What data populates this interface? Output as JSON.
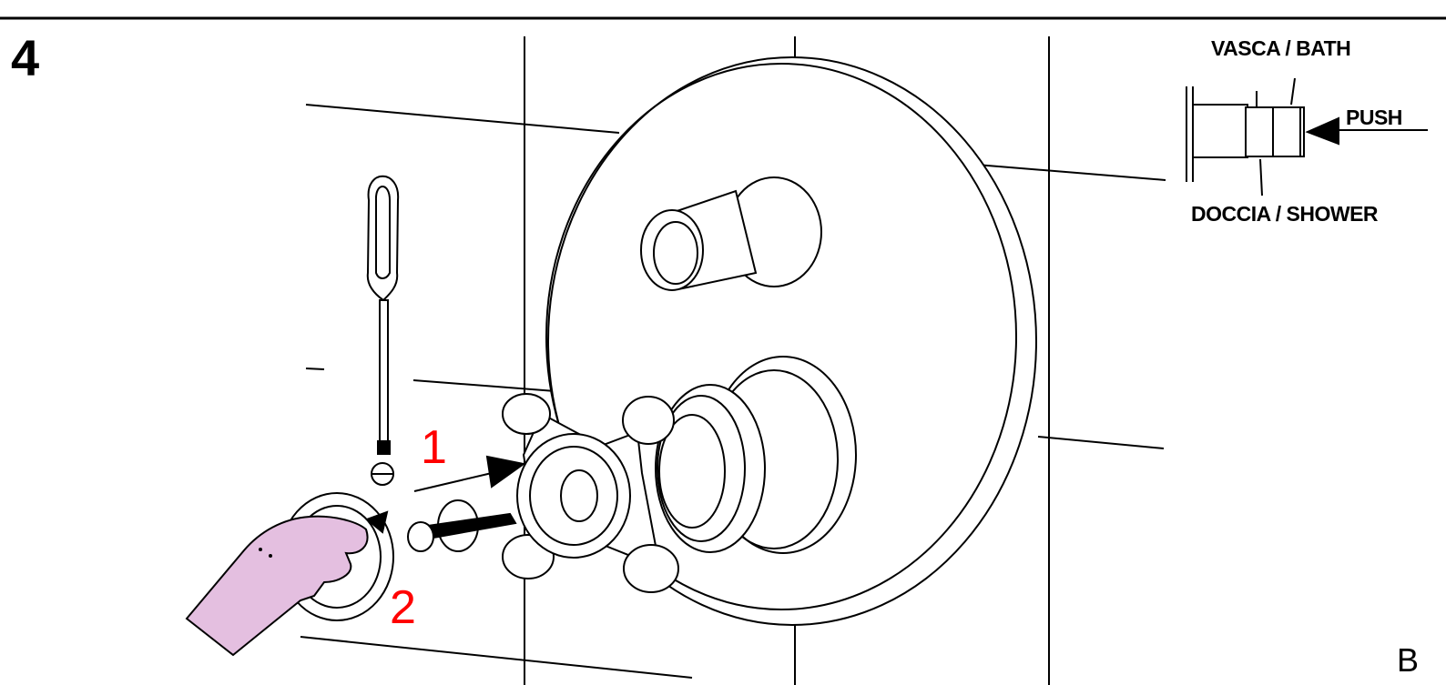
{
  "step_number": "4",
  "inset": {
    "label_bath": "VASCA / BATH",
    "label_push": "PUSH",
    "label_shower": "DOCCIA / SHOWER"
  },
  "callouts": {
    "step1": "1",
    "step2": "2"
  },
  "corner_label": "B",
  "colors": {
    "line": "#000000",
    "callout_red": "#ff0000",
    "hand_fill": "#e4bfe0"
  },
  "icons": [
    "screwdriver-icon",
    "hand-icon",
    "screw-icon",
    "push-arrow-icon"
  ]
}
